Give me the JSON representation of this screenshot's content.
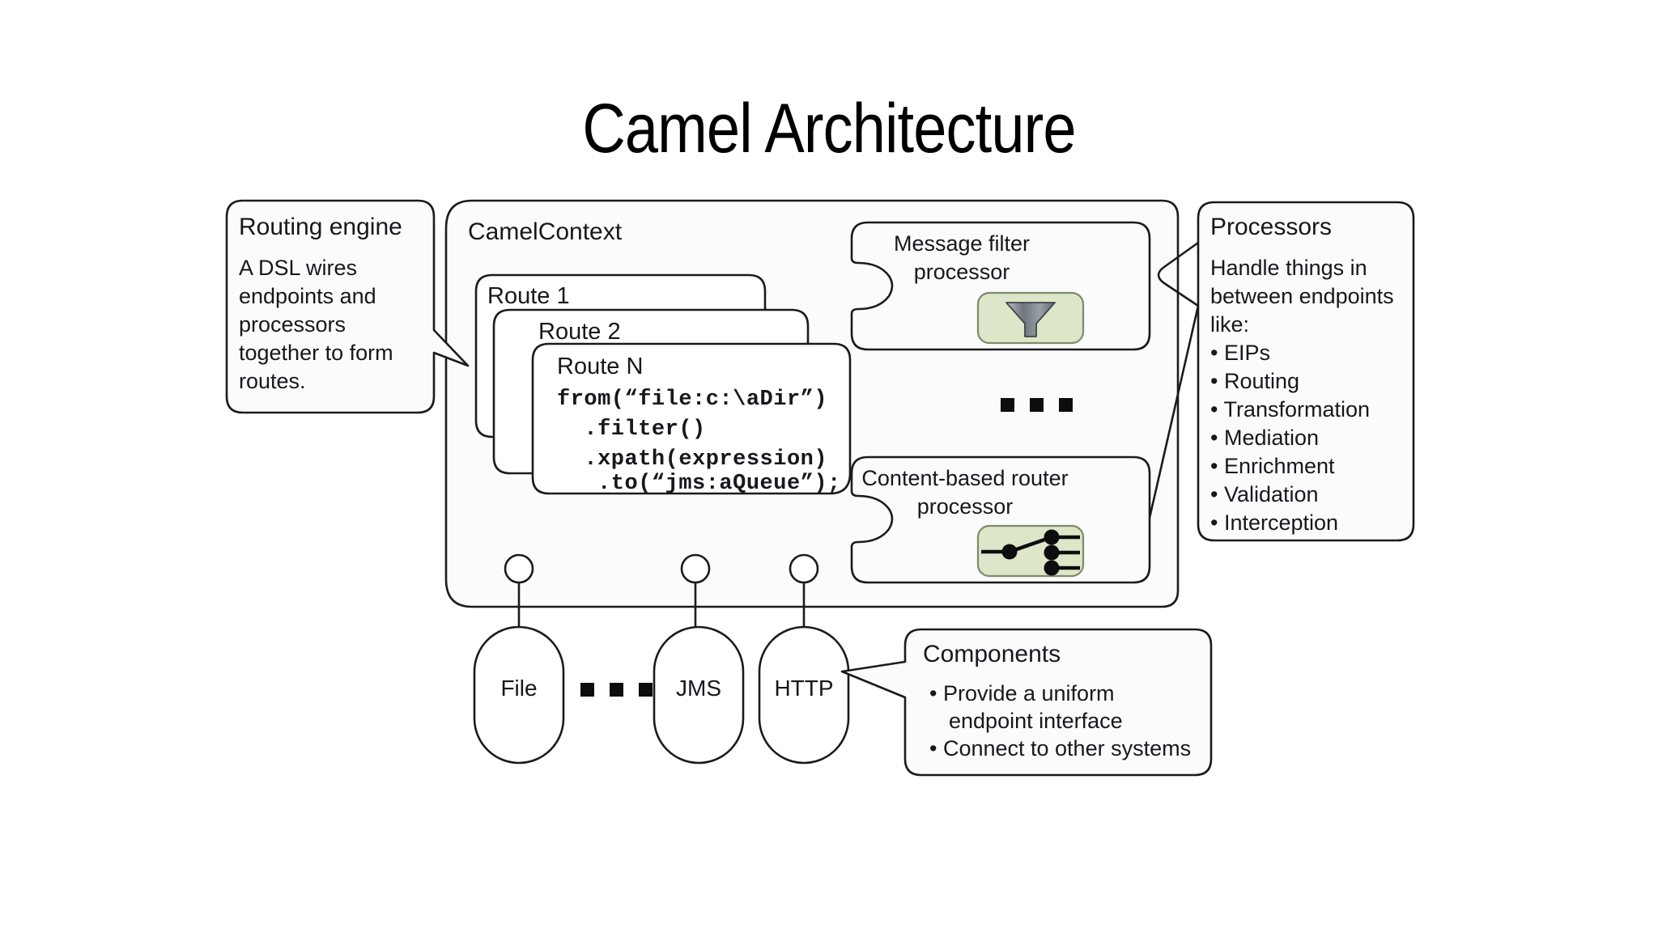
{
  "title": "Camel Architecture",
  "routing_engine": {
    "heading": "Routing engine",
    "body_lines": [
      "A DSL wires",
      "endpoints and",
      "processors",
      "together to form",
      "routes."
    ]
  },
  "camel_context": {
    "label": "CamelContext",
    "routes": [
      {
        "name": "Route 1"
      },
      {
        "name": "Route 2"
      },
      {
        "name": "Route N",
        "code_lines": [
          "from(“file:c:\\aDir”)",
          "  .filter()",
          "  .xpath(expression)",
          "   .to(“jms:aQueue”);"
        ]
      }
    ]
  },
  "processor_boxes": [
    {
      "title_line1": "Message filter",
      "title_line2": "processor",
      "icon": "funnel-icon"
    },
    {
      "title_line1": "Content-based router",
      "title_line2": "processor",
      "icon": "router-switch-icon"
    }
  ],
  "processors_callout": {
    "heading": "Processors",
    "intro_lines": [
      "Handle things in",
      "between endpoints",
      "like:"
    ],
    "bullets": [
      "EIPs",
      "Routing",
      "Transformation",
      "Mediation",
      "Enrichment",
      "Validation",
      "Interception"
    ]
  },
  "endpoints": [
    {
      "label": "File"
    },
    {
      "label": "JMS"
    },
    {
      "label": "HTTP"
    }
  ],
  "components_callout": {
    "heading": "Components",
    "bullets": [
      [
        "Provide a uniform",
        "endpoint interface"
      ],
      [
        "Connect to other systems"
      ]
    ]
  },
  "ellipsis_glyph": "▪",
  "colors": {
    "stroke": "#1b1b1b",
    "icon_panel_green": "#dde6c8",
    "icon_panel_border": "#7d8a6a",
    "funnel_gray": "#8e9499",
    "background": "#ffffff",
    "box_fill": "#fbfbfb"
  }
}
